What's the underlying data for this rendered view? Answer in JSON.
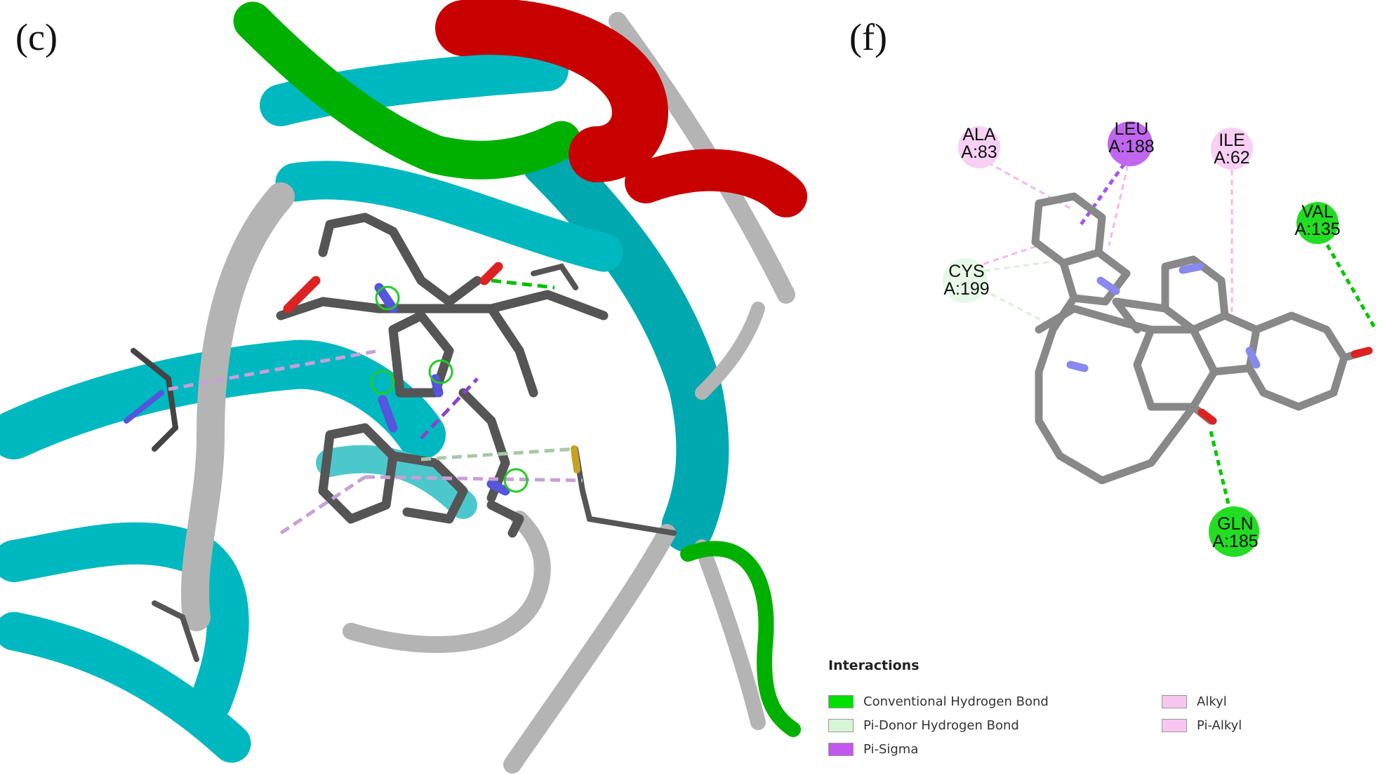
{
  "panels": {
    "c": {
      "letter": "(c)"
    },
    "f": {
      "letter": "(f)"
    }
  },
  "residues": [
    {
      "id": "ala83",
      "name": "ALA",
      "chain_pos": "A:83",
      "interaction": "Alkyl"
    },
    {
      "id": "leu188",
      "name": "LEU",
      "chain_pos": "A:188",
      "interaction": "Pi-Sigma"
    },
    {
      "id": "ile62",
      "name": "ILE",
      "chain_pos": "A:62",
      "interaction": "Pi-Alkyl"
    },
    {
      "id": "val135",
      "name": "VAL",
      "chain_pos": "A:135",
      "interaction": "Conventional Hydrogen Bond"
    },
    {
      "id": "cys199",
      "name": "CYS",
      "chain_pos": "A:199",
      "interaction": "Pi-Donor Hydrogen Bond"
    },
    {
      "id": "gln185",
      "name": "GLN",
      "chain_pos": "A:185",
      "interaction": "Conventional Hydrogen Bond"
    }
  ],
  "legend": {
    "title": "Interactions",
    "items": [
      {
        "label": "Conventional Hydrogen Bond",
        "color": "#00e000"
      },
      {
        "label": "Pi-Donor Hydrogen Bond",
        "color": "#d8f5d8"
      },
      {
        "label": "Pi-Sigma",
        "color": "#c257ef"
      },
      {
        "label": "Alkyl",
        "color": "#f8c6f0"
      },
      {
        "label": "Pi-Alkyl",
        "color": "#f8c6f0"
      }
    ]
  },
  "colors": {
    "helix": "#c80000",
    "sheet": "#00c0c8",
    "turn": "#00b000",
    "coil": "#b4b4b4",
    "carbon": "#555555",
    "nitrogen": "#5555dd",
    "oxygen": "#dd2222",
    "sulfur": "#c8a020"
  }
}
